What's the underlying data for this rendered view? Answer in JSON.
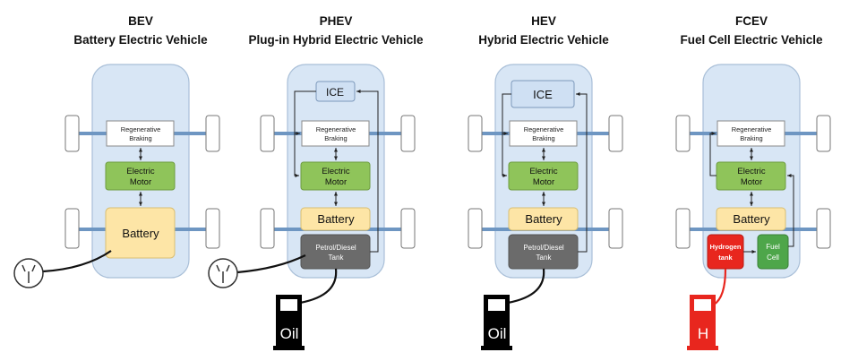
{
  "vehicles": [
    {
      "abbr": "BEV",
      "name": "Battery Electric Vehicle",
      "components": {
        "braking": [
          "Regenerative",
          "Braking"
        ],
        "motor": [
          "Electric",
          "Motor"
        ],
        "battery": "Battery"
      },
      "external": {
        "type": "plug"
      }
    },
    {
      "abbr": "PHEV",
      "name": "Plug-in Hybrid Electric Vehicle",
      "components": {
        "engine": "ICE",
        "braking": [
          "Regenerative",
          "Braking"
        ],
        "motor": [
          "Electric",
          "Motor"
        ],
        "battery": "Battery",
        "tank": [
          "Petrol/Diesel",
          "Tank"
        ]
      },
      "external": {
        "type": "plug",
        "pump": "Oil"
      }
    },
    {
      "abbr": "HEV",
      "name": "Hybrid Electric Vehicle",
      "components": {
        "engine": "ICE",
        "braking": [
          "Regenerative",
          "Braking"
        ],
        "motor": [
          "Electric",
          "Motor"
        ],
        "battery": "Battery",
        "tank": [
          "Petrol/Diesel",
          "Tank"
        ]
      },
      "external": {
        "pump": "Oil"
      }
    },
    {
      "abbr": "FCEV",
      "name": "Fuel Cell Electric Vehicle",
      "components": {
        "braking": [
          "Regenerative",
          "Braking"
        ],
        "motor": [
          "Electric",
          "Motor"
        ],
        "battery": "Battery",
        "hydrogen_tank": [
          "Hydrogen",
          "tank"
        ],
        "fuel_cell": [
          "Fuel",
          "Cell"
        ]
      },
      "external": {
        "pump": "H"
      }
    }
  ],
  "colors": {
    "car_body": "#d8e6f5",
    "car_outline": "#a9bfd8",
    "axle": "#6e96c2",
    "motor_green": "#8fc45a",
    "battery_yellow": "#fde5a6",
    "tank_gray": "#6b6b6b",
    "ice_blue": "#cfe0f3",
    "hydrogen_red": "#e8261e",
    "fuel_cell_green": "#4ea64a",
    "pump_black": "#000000",
    "pump_red": "#e8261e"
  }
}
